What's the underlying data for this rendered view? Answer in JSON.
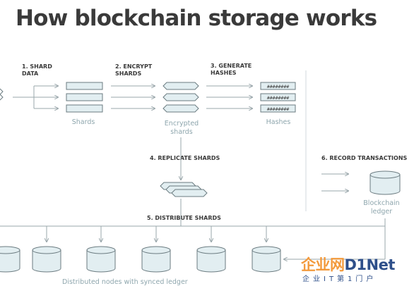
{
  "title": "How blockchain storage works",
  "steps": {
    "shard_data": [
      "1. SHARD",
      "DATA"
    ],
    "encrypt_shards": [
      "2. ENCRYPT",
      "SHARDS"
    ],
    "generate_hashes": [
      "3. GENERATE",
      "HASHES"
    ],
    "replicate_shards": "4. REPLICATE SHARDS",
    "distribute_shards": "5. DISTRIBUTE SHARDS",
    "record_transactions": "6. RECORD TRANSACTIONS"
  },
  "labels": {
    "shards": "Shards",
    "encrypted_shards": [
      "Encrypted",
      "shards"
    ],
    "hashes": "Hashes",
    "blockchain_ledger": [
      "Blockchain",
      "ledger"
    ],
    "distributed_nodes": "Distributed nodes with synced ledger"
  },
  "hash_placeholder": "########",
  "watermark": {
    "brand_a": "企业网",
    "brand_b": "D1Net",
    "subtitle": "企业IT第1门户"
  },
  "colors": {
    "title": "#3a3a3a",
    "step_text": "#3a3a3a",
    "label_text": "#8ea6ad",
    "shape_fill": "#e2eef1",
    "shape_stroke": "#6b7b80",
    "arrow": "#9aa7ab",
    "watermark_orange": "#f39a3c",
    "watermark_blue": "#2e4f8a"
  }
}
